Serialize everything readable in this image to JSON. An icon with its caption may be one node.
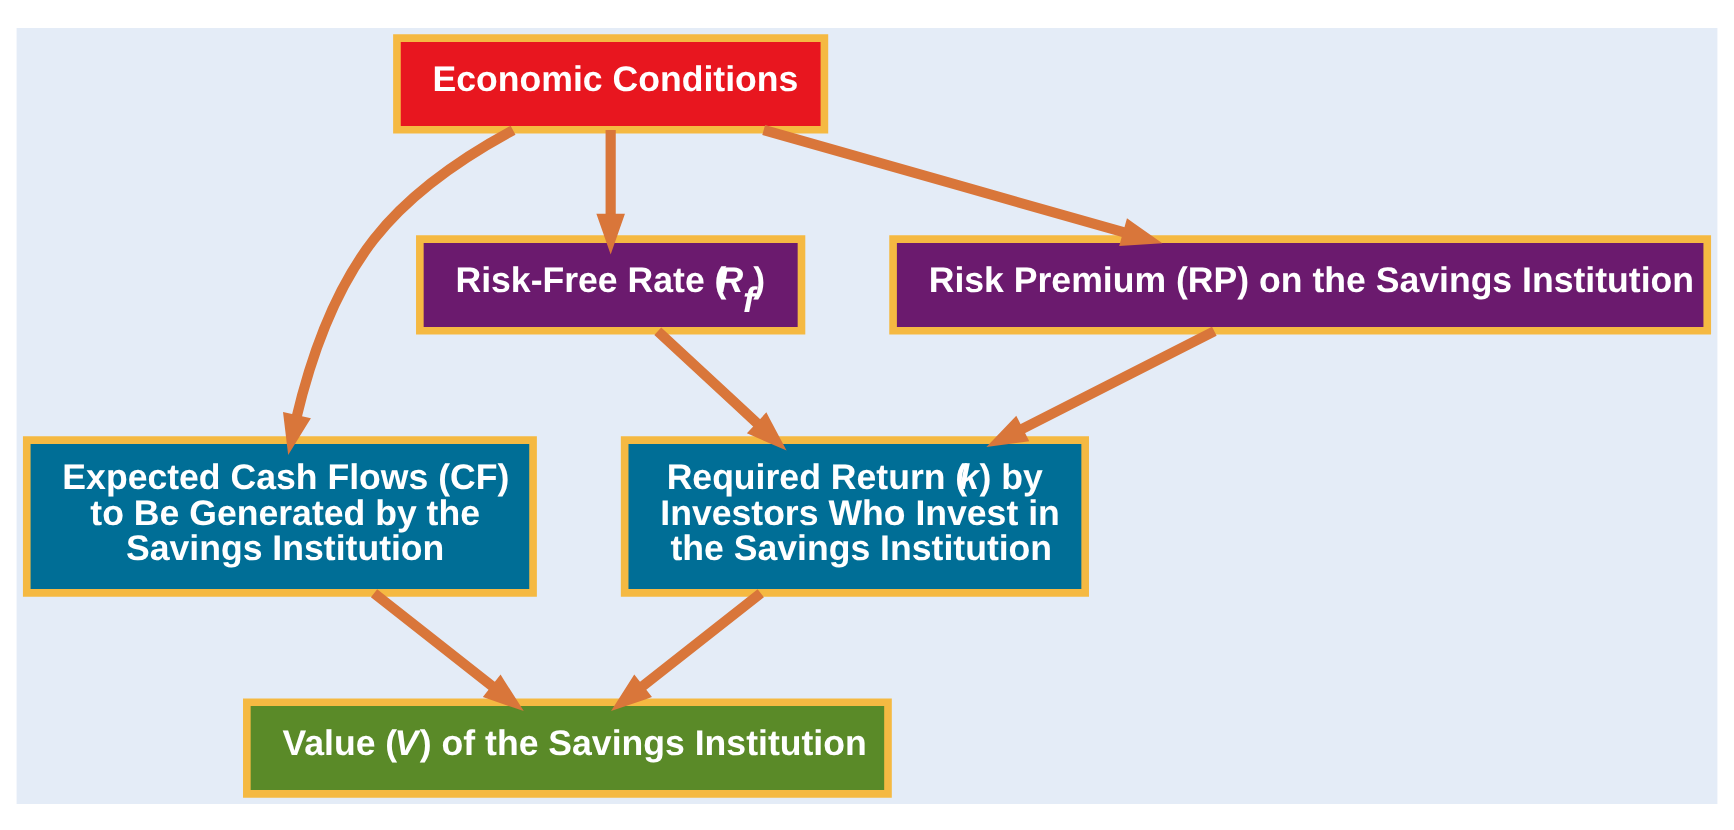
{
  "diagram": {
    "nodes": [
      {
        "text": [
          "Economic Conditions"
        ]
      },
      {
        "text": [
          "Risk-Free Rate (*R*$_{f}$)"
        ]
      },
      {
        "text": [
          "Risk Premium (RP) on the Savings Institution"
        ]
      },
      {
        "text": [
          "Expected Cash Flows (CF) to Be Generated by the Savings Institution"
        ]
      },
      {
        "text": [
          "Required Return (*k*) by Investors Who Invest in the Savings Institution"
        ]
      },
      {
        "text": [
          "Value (*V*) of the Savings Institution"
        ]
      }
    ],
    "edges": [
      {
        "from": 0,
        "to": 3,
        "arrow": "to"
      },
      {
        "from": 0,
        "to": 1,
        "arrow": "to"
      },
      {
        "from": 0,
        "to": 2,
        "arrow": "to"
      },
      {
        "from": 1,
        "to": 4,
        "arrow": "to"
      },
      {
        "from": 2,
        "to": 4,
        "arrow": "to"
      },
      {
        "from": 3,
        "to": 5,
        "arrow": "to"
      },
      {
        "from": 4,
        "to": 5,
        "arrow": "to"
      }
    ]
  }
}
